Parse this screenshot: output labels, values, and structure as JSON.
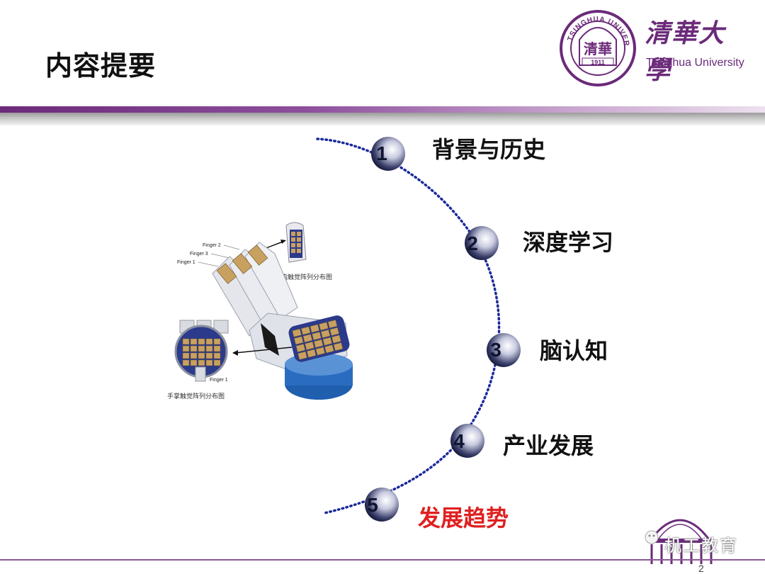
{
  "slide": {
    "title": "内容提要",
    "page_number": "2"
  },
  "logo": {
    "cn_name": "清華大學",
    "en_name": "Tsinghua University",
    "seal_year": "1911",
    "seal_ring_text": "TSINGHUA UNIVERSITY",
    "seal_chars": "清華",
    "brand_color": "#6b2a7a"
  },
  "agenda": {
    "items": [
      {
        "number": "1",
        "label": "背景与历史"
      },
      {
        "number": "2",
        "label": "深度学习"
      },
      {
        "number": "3",
        "label": "脑认知"
      },
      {
        "number": "4",
        "label": "产业发展"
      },
      {
        "number": "5",
        "label": "发展趋势",
        "active": true
      }
    ],
    "arc_color": "#1a2a9a",
    "active_color": "#e02020"
  },
  "figure": {
    "finger_labels": [
      "Finger 2",
      "Finger 3",
      "Finger 1"
    ],
    "caption_fingers": "手指触觉阵列分布图",
    "caption_palm": "手掌触觉阵列分布图",
    "inset_label": "Finger 1"
  },
  "watermark": {
    "text": "机工教育"
  }
}
